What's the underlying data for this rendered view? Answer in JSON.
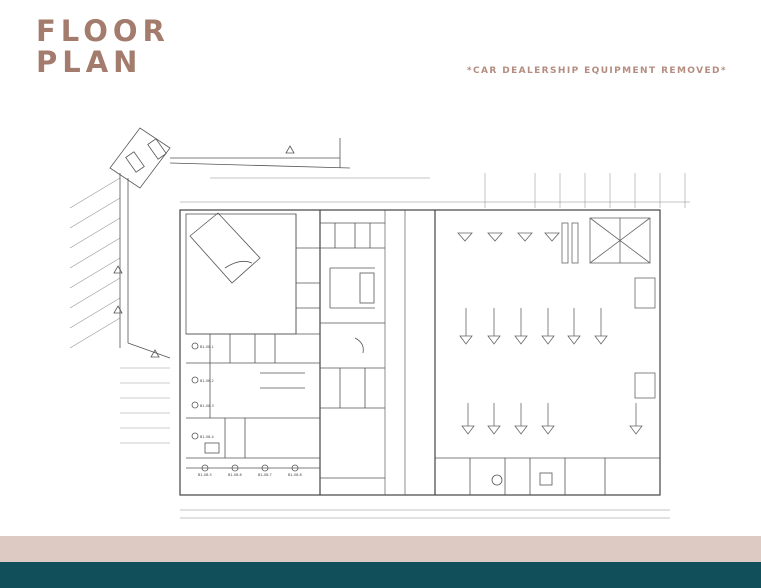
{
  "header": {
    "title_line1": "FLOOR",
    "title_line2": "PLAN",
    "note": "*CAR DEALERSHIP EQUIPMENT REMOVED*"
  },
  "colors": {
    "title": "#a47c6d",
    "note": "#b58d80",
    "band_top": "#dccac3",
    "band_bottom": "#114f5b",
    "drawing_line": "#555555"
  },
  "floorplan": {
    "unit_tags": [
      "B1-08.1",
      "B1-08.2",
      "B1-08.3",
      "B1-08.4",
      "B1-08.5",
      "B1-08.6",
      "B1-08.7",
      "B1-08.8"
    ]
  }
}
